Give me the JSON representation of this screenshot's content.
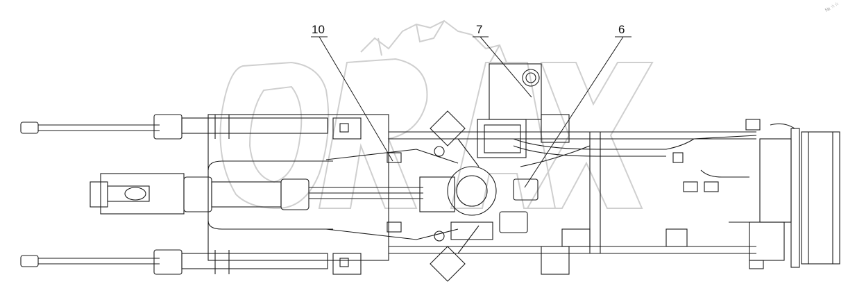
{
  "diagram": {
    "callouts": [
      {
        "id": "10",
        "label": "10"
      },
      {
        "id": "7",
        "label": "7"
      },
      {
        "id": "6",
        "label": "6"
      }
    ],
    "watermark": {
      "text": "ORAX",
      "corner_mark": "№ ☆☆"
    },
    "colors": {
      "line": "#1a1a1a",
      "watermark": "#cfcfcf",
      "background": "#ffffff"
    }
  }
}
